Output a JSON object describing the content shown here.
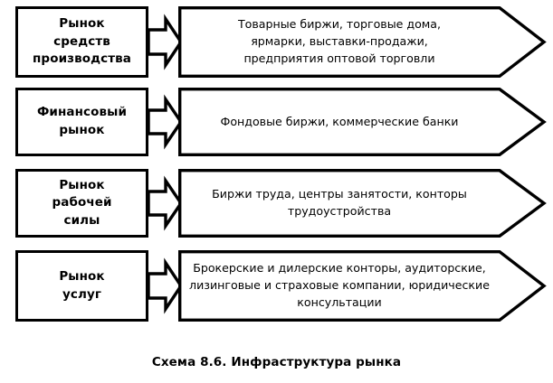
{
  "figure": {
    "caption": "Схема 8.6. Инфраструктура рынка",
    "background_color": "#ffffff",
    "stroke_color": "#000000",
    "text_color": "#000000"
  },
  "rows": [
    {
      "left_label": "Рынок\nсредств\nпроизводства",
      "connector": "block-arrow-right",
      "right_text": "Товарные биржи, торговые дома,\nярмарки, выставки-продажи,\nпредприятия оптовой торговли"
    },
    {
      "left_label": "Финансовый\nрынок",
      "connector": "block-arrow-right",
      "right_text": "Фондовые биржи, коммерческие банки"
    },
    {
      "left_label": "Рынок\nрабочей\nсилы",
      "connector": "block-arrow-right",
      "right_text": "Биржи труда, центры занятости, конторы\nтрудоустройства"
    },
    {
      "left_label": "Рынок\nуслуг",
      "connector": "block-arrow-right",
      "right_text": "Брокерские и дилерские конторы, аудиторские,\nлизинговые и страховые компании, юридические\nконсультации"
    }
  ]
}
